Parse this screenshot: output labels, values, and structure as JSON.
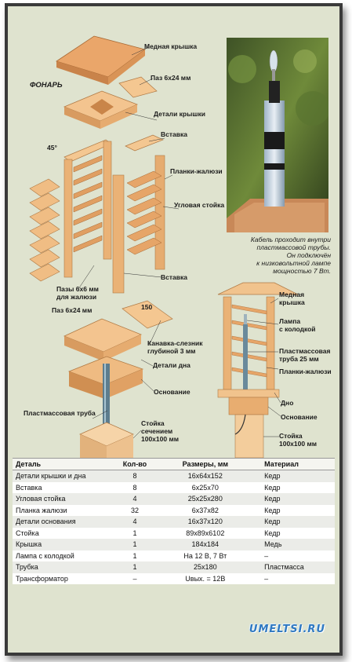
{
  "title": "ФОНАРЬ",
  "left_labels": {
    "lid": "Медная крышка",
    "groove_top": "Паз 6х24 мм",
    "lid_parts": "Детали крышки",
    "insert1": "Вставка",
    "angle": "45°",
    "slats": "Планки-жалюзи",
    "corner_post": "Угловая стойка",
    "insert2": "Вставка",
    "grooves_slats": "Пазы 6х6 мм\nдля жалюзи",
    "groove_bottom": "Паз 6х24 мм",
    "dim_150": "150",
    "drip_groove": "Канавка-слезник\nглубиной 3 мм",
    "bottom_parts": "Детали дна",
    "base": "Основание",
    "plastic_pipe": "Пластмассовая труба",
    "post_section": "Стойка\nсечением\n100х100 мм"
  },
  "photo_caption": "Кабель проходит внутри\nпластмассовой трубы.\nОн подключён\nк низковольтной лампе\nмощностью 7 Вт.",
  "right_labels": {
    "lid": "Медная\nкрышка",
    "lamp": "Лампа\nс колодкой",
    "pipe": "Пластмассовая\nтруба 25 мм",
    "slats": "Планки-жалюзи",
    "bottom": "Дно",
    "base": "Основание",
    "post": "Стойка\n100х100 мм"
  },
  "table": {
    "headers": [
      "Деталь",
      "Кол-во",
      "Размеры, мм",
      "Материал"
    ],
    "rows": [
      [
        "Детали крышки и дна",
        "8",
        "16х64х152",
        "Кедр"
      ],
      [
        "Вставка",
        "8",
        "6х25х70",
        "Кедр"
      ],
      [
        "Угловая стойка",
        "4",
        "25х25х280",
        "Кедр"
      ],
      [
        "Планка жалюзи",
        "32",
        "6х37х82",
        "Кедр"
      ],
      [
        "Детали основания",
        "4",
        "16х37х120",
        "Кедр"
      ],
      [
        "Стойка",
        "1",
        "89х89х6102",
        "Кедр"
      ],
      [
        "Крышка",
        "1",
        "184х184",
        "Медь"
      ],
      [
        "Лампа с колодкой",
        "1",
        "На 12 В, 7 Вт",
        "–"
      ],
      [
        "Трубка",
        "1",
        "25х180",
        "Пластмасса"
      ],
      [
        "Трансформатор",
        "–",
        "Uвых. = 12В",
        "–"
      ]
    ]
  },
  "watermark": "UMELTSI.RU",
  "colors": {
    "wood_light": "#f4c791",
    "wood_mid": "#e8a96a",
    "wood_dark": "#c98549",
    "background": "#dfe3cf",
    "brand": "#2f78c0"
  }
}
